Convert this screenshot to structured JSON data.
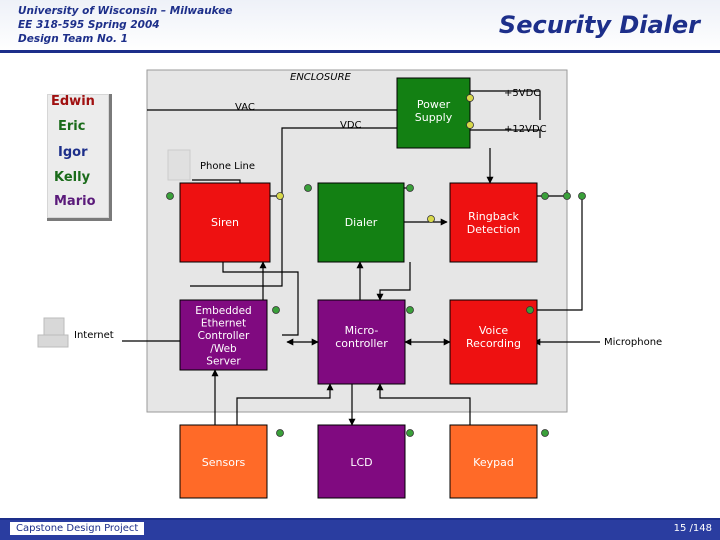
{
  "header": {
    "line1": "University of Wisconsin – Milwaukee",
    "line2": "EE 318-595 Spring 2004",
    "line3": "Design Team No. 1",
    "title": "Security Dialer"
  },
  "team": {
    "members": [
      {
        "name": "Edwin",
        "color": "#a01010"
      },
      {
        "name": "Eric",
        "color": "#1a6b1a"
      },
      {
        "name": "Igor",
        "color": "#1d2f8a"
      },
      {
        "name": "Kelly",
        "color": "#1a6b1a"
      },
      {
        "name": "Mario",
        "color": "#5a1a7a"
      }
    ]
  },
  "diagram": {
    "enclosure_label": "ENCLOSURE",
    "blocks": {
      "power_supply": "Power\nSupply",
      "siren": "Siren",
      "dialer": "Dialer",
      "ringback": "Ringback\nDetection",
      "ethernet": "Embedded\nEthernet\nController\n/Web\nServer",
      "micro": "Micro-\ncontroller",
      "voice": "Voice\nRecording",
      "sensors": "Sensors",
      "lcd": "LCD",
      "keypad": "Keypad"
    },
    "labels": {
      "vac": "VAC",
      "vdc": "VDC",
      "plus5": "+5VDC",
      "plus12": "+12VDC",
      "phone_line": "Phone Line",
      "internet": "Internet",
      "microphone": "Microphone"
    },
    "colors": {
      "red": "#ee1111",
      "green": "#138013",
      "purple": "#800a80",
      "orange": "#ff6a28",
      "enclosure": "#e6e6e6",
      "green_dot": "#3aa03a",
      "yellow_dot": "#d8d84a"
    }
  },
  "footer": {
    "left": "Capstone Design Project",
    "page": "15 /148"
  }
}
